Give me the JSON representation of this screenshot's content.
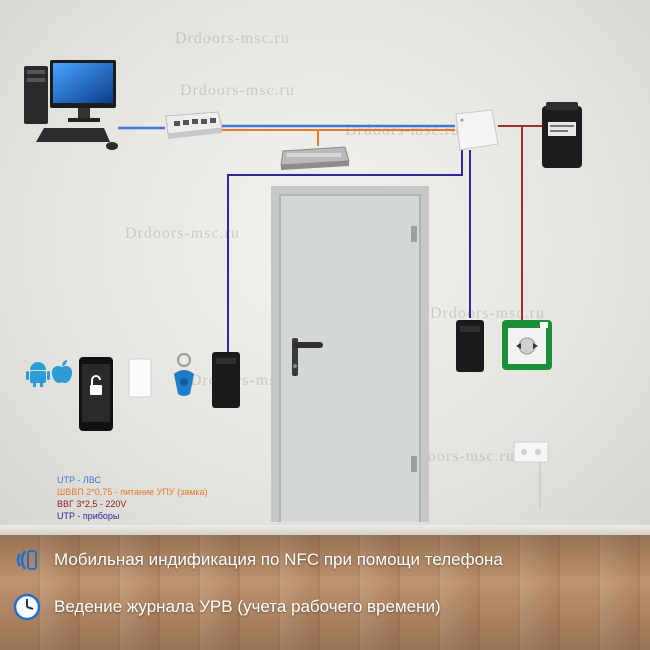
{
  "watermarks": [
    "Drdoors-msc.ru",
    "Drdoors-msc.ru",
    "Drdoors-msc.ru",
    "Drdoors-msc.ru",
    "Drdoors-msc.ru",
    "Drdoors-msc.ru",
    "Drdoors-msc.ru"
  ],
  "legend": [
    {
      "text": "UTP - ЛВС",
      "color": "#3a7bd5"
    },
    {
      "text": "ШВВП 2*0,75 - питание УПУ (замка)",
      "color": "#e8792b"
    },
    {
      "text": "ВВГ 3*2,5 - 220V",
      "color": "#8b1a1a"
    },
    {
      "text": "UTP - приборы",
      "color": "#2a2aa0"
    }
  ],
  "features": [
    {
      "icon": "nfc-icon",
      "text": "Мобильная индификация по NFC при помощи телефона"
    },
    {
      "icon": "clock-icon",
      "text": "Ведение журнала УРВ (учета рабочего времени)"
    }
  ],
  "colors": {
    "lan": "#3a7bd5",
    "power_lock": "#e8792b",
    "mains": "#a0302a",
    "devices": "#2a2aa0"
  }
}
